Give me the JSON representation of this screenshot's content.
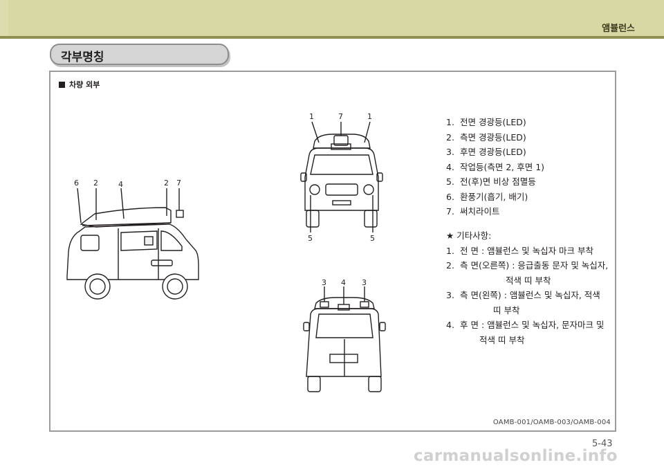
{
  "header": {
    "chapter": "앰뷸런스"
  },
  "section": {
    "title": "각부명칭"
  },
  "panel": {
    "subheading": "차량 외부",
    "side_view_labels": [
      "6",
      "2",
      "4",
      "2",
      "7"
    ],
    "front_view_labels_top": [
      "1",
      "7",
      "1"
    ],
    "front_view_labels_bottom": [
      "5",
      "5"
    ],
    "rear_view_labels_top": [
      "3",
      "4",
      "3"
    ],
    "parts": [
      {
        "num": "1.",
        "label": "전면 경광등(LED)"
      },
      {
        "num": "2.",
        "label": "측면 경광등(LED)"
      },
      {
        "num": "3.",
        "label": "후면 경광등(LED)"
      },
      {
        "num": "4.",
        "label": "작업등(측면 2, 후면 1)"
      },
      {
        "num": "5.",
        "label": "전(후)면 비상 점멸등"
      },
      {
        "num": "6.",
        "label": "환풍기(흡기, 배기)"
      },
      {
        "num": "7.",
        "label": "써치라이트"
      }
    ],
    "notes_title": "★ 기타사항:",
    "notes": [
      {
        "num": "1.",
        "line1": "전 면 : 앰뷸런스 및 녹십자 마크 부착",
        "line2": ""
      },
      {
        "num": "2.",
        "line1": "측 면(오른쪽) : 응급출동 문자 및 녹십자,",
        "line2": "적색 띠 부착"
      },
      {
        "num": "3.",
        "line1": "측 면(왼쪽) : 앰뷸런스  및  녹십자,   적색",
        "line2": "띠 부착"
      },
      {
        "num": "4.",
        "line1": "후 면 : 앰뷸런스 및 녹십자, 문자마크 및",
        "line2": "적색 띠 부착"
      }
    ],
    "image_codes": "OAMB-001/OAMB-003/OAMB-004"
  },
  "footer": {
    "page": "5-43",
    "watermark": "carmanualsonline.info"
  }
}
